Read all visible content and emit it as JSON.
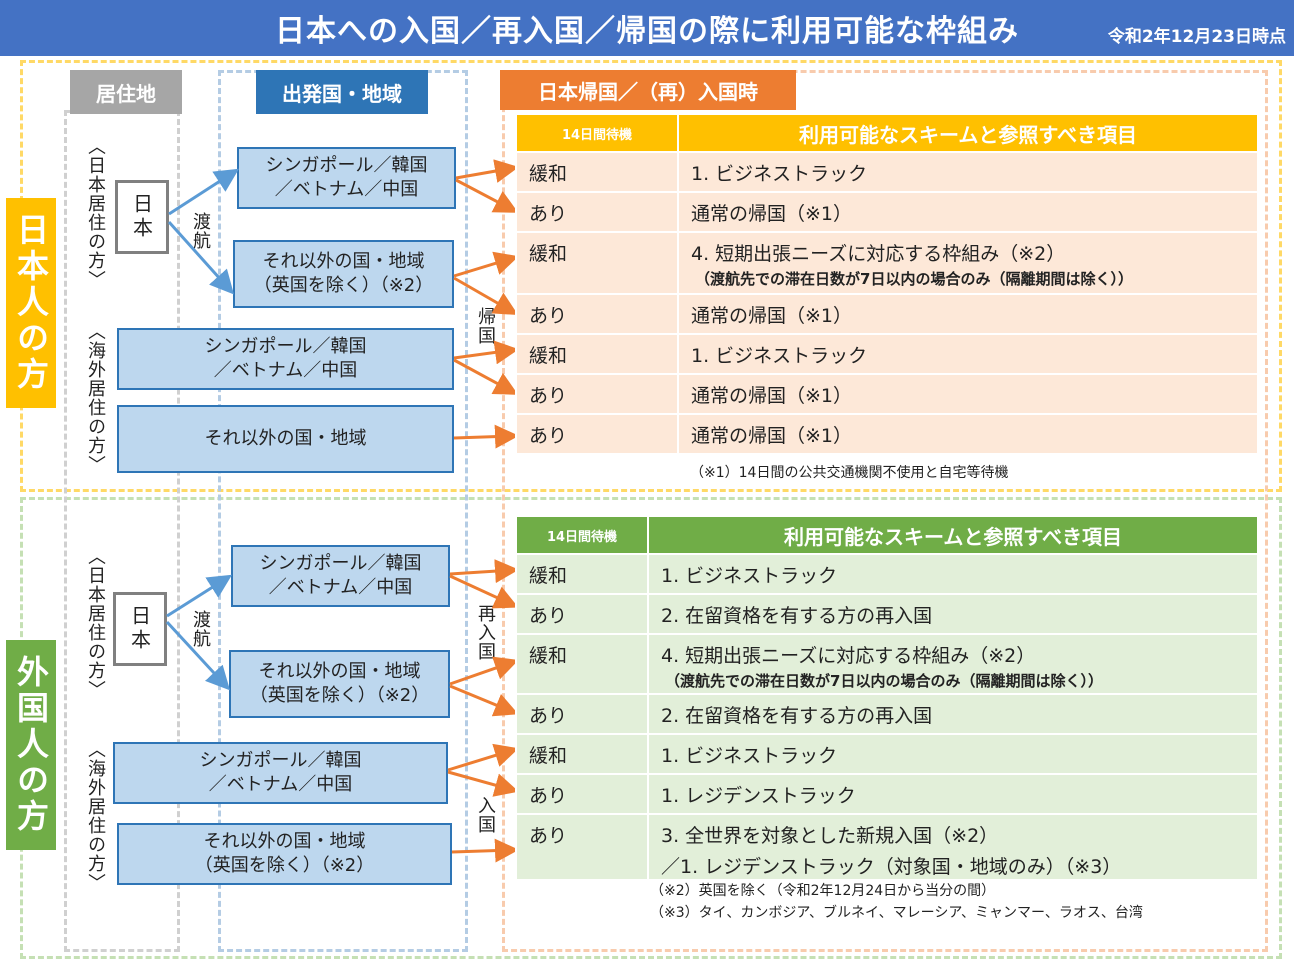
{
  "title": "日本への入国／再入国／帰国の際に利用可能な枠組み",
  "date": "令和2年12月23日時点",
  "headers": {
    "residence": "居住地",
    "departure": "出発国・地域",
    "arrival": "日本帰国／（再）入国時"
  },
  "japanese": {
    "label": "日本人の方",
    "jp_resident": "〈日本居住の方〉",
    "overseas_resident": "〈海外居住の方〉",
    "japan_box": "日本",
    "travel": "渡航",
    "return": "帰国",
    "boxes": [
      "シンガポール／韓国\n／ベトナム／中国",
      "それ以外の国・地域\n（英国を除く）（※2）",
      "シンガポール／韓国\n／ベトナム／中国",
      "それ以外の国・地域"
    ],
    "table_head": {
      "wait": "14日間待機",
      "scheme": "利用可能なスキームと参照すべき項目"
    },
    "rows": [
      {
        "wait": "緩和",
        "scheme": "1. ビジネストラック",
        "sub": ""
      },
      {
        "wait": "あり",
        "scheme": "通常の帰国（※1）",
        "sub": ""
      },
      {
        "wait": "緩和",
        "scheme": "4. 短期出張ニーズに対応する枠組み（※2）",
        "sub": "（渡航先での滞在日数が7日以内の場合のみ（隔離期間は除く））"
      },
      {
        "wait": "あり",
        "scheme": "通常の帰国（※1）",
        "sub": ""
      },
      {
        "wait": "緩和",
        "scheme": "1. ビジネストラック",
        "sub": ""
      },
      {
        "wait": "あり",
        "scheme": "通常の帰国（※1）",
        "sub": ""
      },
      {
        "wait": "あり",
        "scheme": "通常の帰国（※1）",
        "sub": ""
      }
    ],
    "note1": "（※1）14日間の公共交通機関不使用と自宅等待機"
  },
  "foreign": {
    "label": "外国人の方",
    "jp_resident": "〈日本居住の方〉",
    "overseas_resident": "〈海外居住の方〉",
    "japan_box": "日本",
    "travel": "渡航",
    "reentry": "再入国",
    "entry": "入国",
    "boxes": [
      "シンガポール／韓国\n／ベトナム／中国",
      "それ以外の国・地域\n（英国を除く）（※2）",
      "シンガポール／韓国\n／ベトナム／中国",
      "それ以外の国・地域\n（英国を除く）（※2）"
    ],
    "table_head": {
      "wait": "14日間待機",
      "scheme": "利用可能なスキームと参照すべき項目"
    },
    "rows": [
      {
        "wait": "緩和",
        "scheme": "1. ビジネストラック",
        "sub": ""
      },
      {
        "wait": "あり",
        "scheme": "2. 在留資格を有する方の再入国",
        "sub": ""
      },
      {
        "wait": "緩和",
        "scheme": "4. 短期出張ニーズに対応する枠組み（※2）",
        "sub": "（渡航先での滞在日数が7日以内の場合のみ（隔離期間は除く））"
      },
      {
        "wait": "あり",
        "scheme": "2. 在留資格を有する方の再入国",
        "sub": ""
      },
      {
        "wait": "緩和",
        "scheme": "1. ビジネストラック",
        "sub": ""
      },
      {
        "wait": "あり",
        "scheme": "1. レジデンストラック",
        "sub": ""
      },
      {
        "wait": "あり",
        "scheme": "3. 全世界を対象とした新規入国（※2）",
        "sub2": "／1. レジデンストラック（対象国・地域のみ）（※3）"
      }
    ],
    "note2": "（※2）英国を除く（令和2年12月24日から当分の間）",
    "note3": "（※3）タイ、カンボジア、ブルネイ、マレーシア、ミャンマー、ラオス、台湾"
  },
  "colors": {
    "title": "#4472c4",
    "japanese": "#ffc000",
    "foreign": "#70ad47",
    "arrival": "#ed7d31",
    "box": "#bdd7ee",
    "arrow_blue": "#5b9bd5",
    "arrow_orange": "#ed7d31"
  }
}
